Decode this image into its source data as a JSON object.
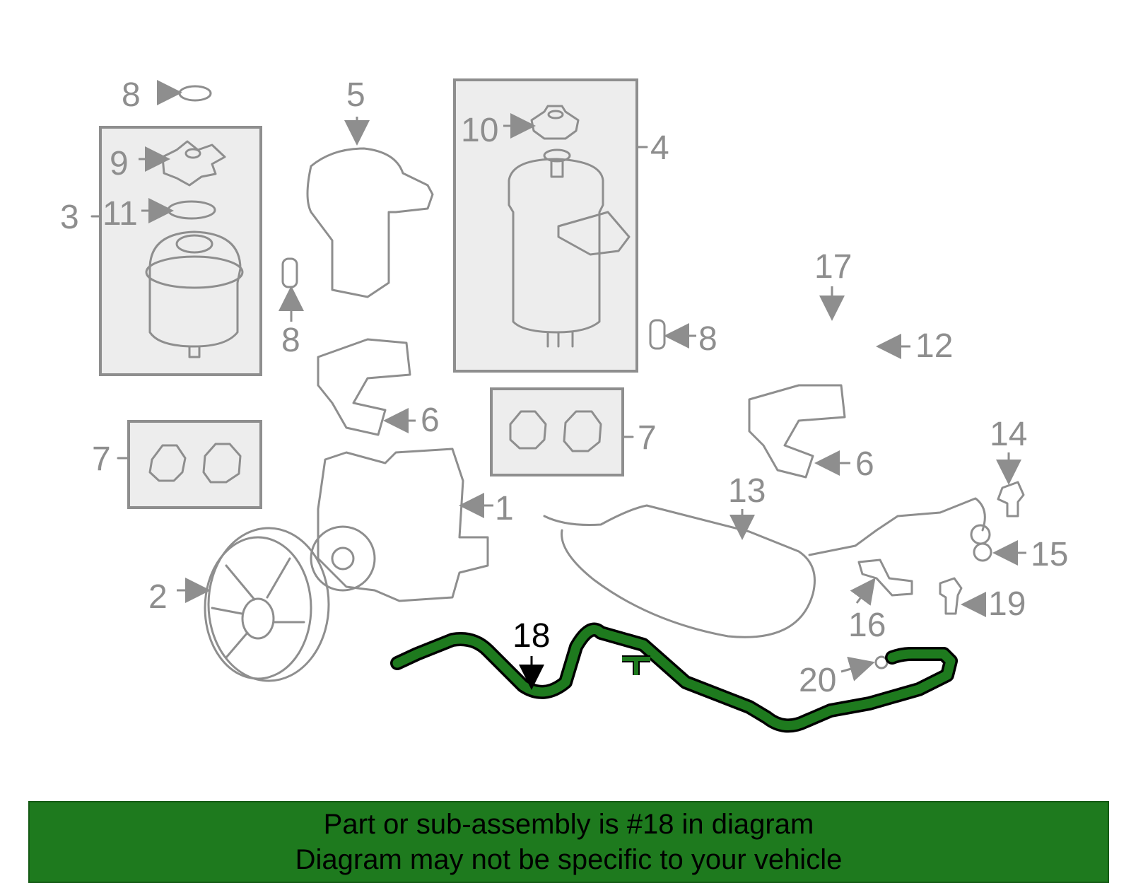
{
  "callouts": {
    "c1": "1",
    "c2": "2",
    "c3": "3",
    "c4": "4",
    "c5": "5",
    "c6a": "6",
    "c6b": "6",
    "c7a": "7",
    "c7b": "7",
    "c8a": "8",
    "c8b": "8",
    "c8c": "8",
    "c9": "9",
    "c10": "10",
    "c11": "11",
    "c12": "12",
    "c13": "13",
    "c14": "14",
    "c15": "15",
    "c16": "16",
    "c17": "17",
    "c18": "18",
    "c19": "19",
    "c20": "20"
  },
  "highlight": {
    "color": "#1e7a1e",
    "part_number": "18"
  },
  "banner": {
    "line1": "Part or sub-assembly is #18 in diagram",
    "line2": "Diagram may not be specific to your vehicle"
  }
}
